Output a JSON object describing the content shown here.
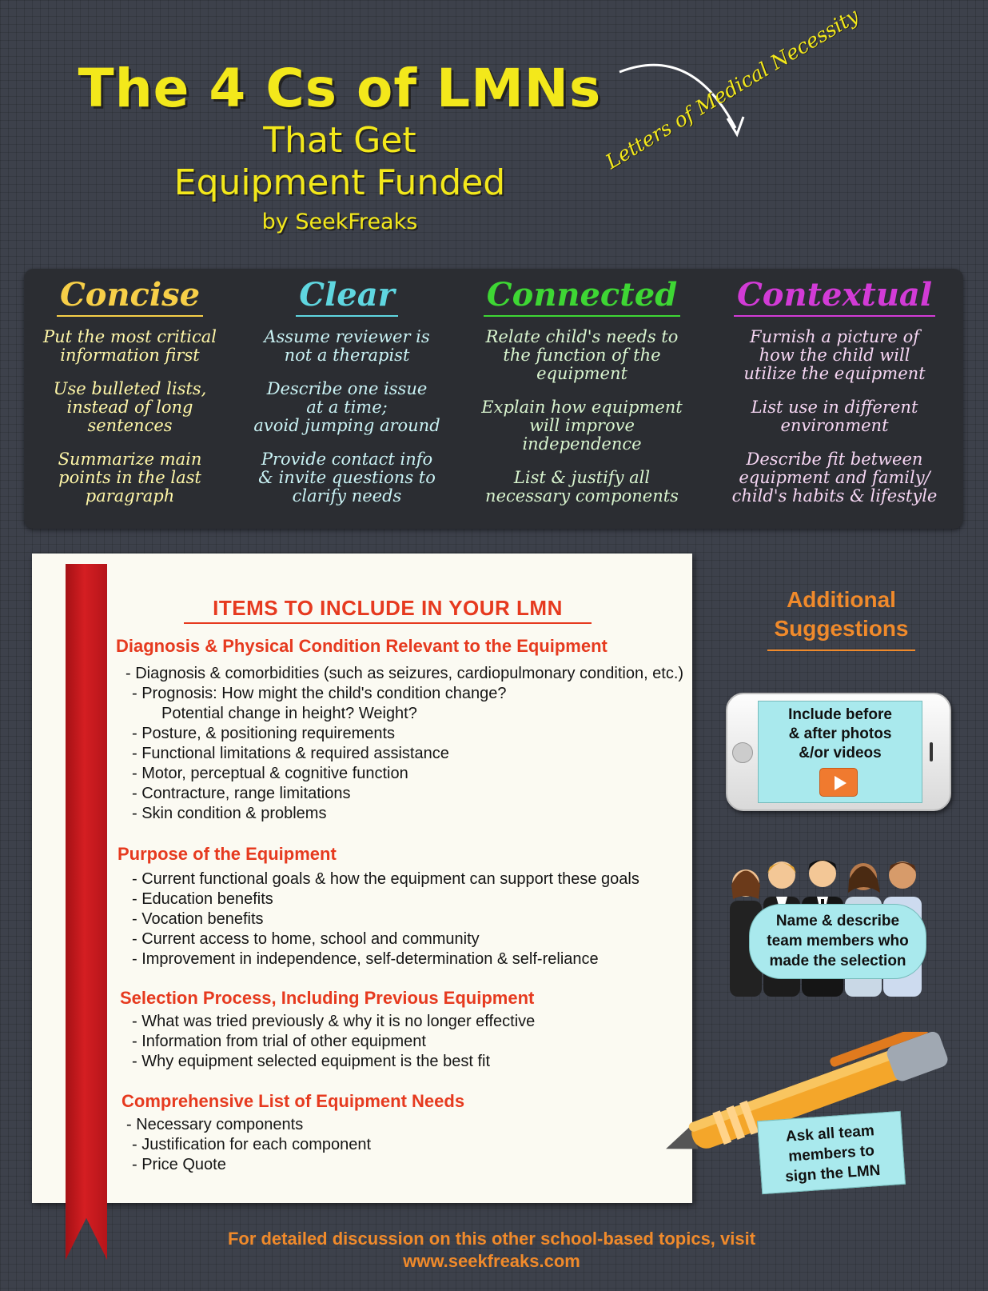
{
  "header": {
    "title": "The 4 Cs of LMNs",
    "subtitle_line1": "That Get",
    "subtitle_line2": "Equipment Funded",
    "byline": "by SeekFreaks",
    "lmn_expansion": "Letters of Medical Necessity"
  },
  "cs": {
    "concise": {
      "heading": "Concise",
      "items": [
        [
          "Put the most critical",
          "information first"
        ],
        [
          "Use bulleted lists,",
          "instead of long",
          "sentences"
        ],
        [
          "Summarize main",
          "points in the last",
          "paragraph"
        ]
      ]
    },
    "clear": {
      "heading": "Clear",
      "items": [
        [
          "Assume reviewer is",
          "not a therapist"
        ],
        [
          "Describe one issue",
          "at a time;",
          "avoid jumping around"
        ],
        [
          "Provide contact info",
          "& invite questions to",
          "clarify needs"
        ]
      ]
    },
    "connected": {
      "heading": "Connected",
      "items": [
        [
          "Relate child's needs to",
          "the function of the",
          "equipment"
        ],
        [
          "Explain how equipment",
          "will  improve",
          "independence"
        ],
        [
          "List & justify all",
          "necessary components"
        ]
      ]
    },
    "contextual": {
      "heading": "Contextual",
      "items": [
        [
          "Furnish a picture of",
          "how the child will",
          "utilize the equipment"
        ],
        [
          "List use in different",
          "environment"
        ],
        [
          "Describe fit between",
          "equipment and family/",
          "child's habits & lifestyle"
        ]
      ]
    }
  },
  "items": {
    "title": "ITEMS TO INCLUDE IN YOUR LMN",
    "sections": [
      {
        "heading": "Diagnosis & Physical Condition Relevant to the Equipment",
        "lines": [
          "- Diagnosis & comorbidities (such as seizures, cardiopulmonary condition, etc.)",
          "- Prognosis: How might the child's condition change?",
          "Potential change in height? Weight?",
          "- Posture, & positioning requirements",
          "- Functional limitations & required assistance",
          "- Motor, perceptual & cognitive function",
          "- Contracture, range limitations",
          "- Skin condition & problems"
        ]
      },
      {
        "heading": "Purpose of the Equipment",
        "lines": [
          "- Current functional goals & how the equipment can support these goals",
          "- Education benefits",
          "- Vocation benefits",
          "- Current access to home, school and community",
          "- Improvement in independence, self-determination & self-reliance"
        ]
      },
      {
        "heading": "Selection Process, Including Previous Equipment",
        "lines": [
          "- What was tried previously & why it is no longer effective",
          "- Information from trial of other equipment",
          "- Why equipment selected equipment is the best fit"
        ]
      },
      {
        "heading": "Comprehensive List of Equipment Needs",
        "lines": [
          "- Necessary components",
          "- Justification for each component",
          "- Price Quote"
        ]
      }
    ]
  },
  "suggestions": {
    "heading_line1": "Additional",
    "heading_line2": "Suggestions",
    "phone_lines": [
      "Include before",
      "& after photos",
      "&/or videos"
    ],
    "team_lines": [
      "Name & describe",
      "team members who",
      "made the selection"
    ],
    "sign_lines": [
      "Ask all team",
      "members to",
      "sign the LMN"
    ]
  },
  "footer": {
    "line1": "For detailed discussion on this other school-based topics, visit",
    "line2": "www.seekfreaks.com"
  },
  "colors": {
    "background": "#3d414b",
    "title_yellow": "#f3e81b",
    "concise": "#f7cf48",
    "clear": "#5fd6e0",
    "connected": "#3ed634",
    "contextual": "#d23bd6",
    "section_red": "#e63a1f",
    "accent_orange": "#f08a2b",
    "card_cyan": "#a9e9ed"
  },
  "icons": [
    "curved-arrow-icon",
    "play-icon",
    "phone-icon",
    "team-people-icon",
    "pen-icon"
  ]
}
